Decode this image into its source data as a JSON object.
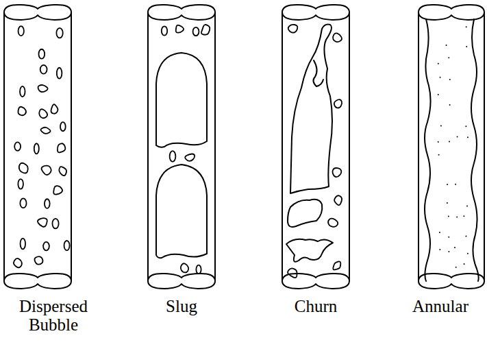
{
  "diagram": {
    "labels": [
      "Dispersed Bubble",
      "Slug",
      "Churn",
      "Annular"
    ]
  }
}
